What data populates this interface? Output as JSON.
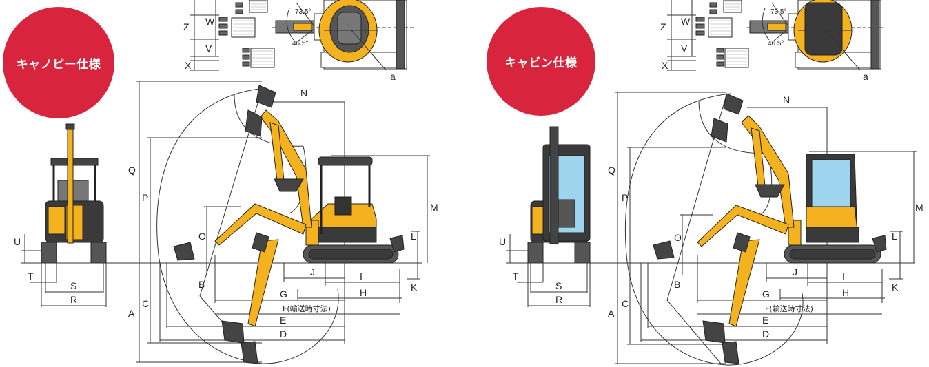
{
  "colors": {
    "badge": "#d8243c",
    "machine": "#f5b21f",
    "machine_dark": "#2b2b2b",
    "track": "#4a4a4a",
    "cab_glass": "#9fd4ee",
    "line": "#333333"
  },
  "panels": [
    {
      "id": "canopy",
      "badge": "キャノピー仕様",
      "top_angles": [
        "73.5°",
        "46.5°"
      ],
      "top_dims": [
        "Z",
        "W",
        "V",
        "X"
      ],
      "pointer": "a",
      "front_dims": [
        "U",
        "T",
        "S",
        "R"
      ],
      "side_dims": {
        "Q": "Q",
        "P": "P",
        "O": "O",
        "N": "N",
        "M": "M",
        "L": "L",
        "K": "K",
        "J": "J",
        "I": "I",
        "H": "H",
        "G": "G",
        "F": "F(輸送時寸法)",
        "E": "E",
        "D": "D",
        "C": "C",
        "B": "B",
        "A": "A"
      }
    },
    {
      "id": "cab",
      "badge": "キャビン仕様",
      "top_angles": [
        "73.5°",
        "46.5°"
      ],
      "top_dims": [
        "Z",
        "W",
        "V",
        "X"
      ],
      "pointer": "a",
      "front_dims": [
        "U",
        "T",
        "S",
        "R"
      ],
      "side_dims": {
        "Q": "Q",
        "P": "P",
        "O": "O",
        "N": "N",
        "M": "M",
        "L": "L",
        "K": "K",
        "J": "J",
        "I": "I",
        "H": "H",
        "G": "G",
        "F": "F(輸送時寸法)",
        "E": "E",
        "D": "D",
        "C": "C",
        "B": "B",
        "A": "A"
      }
    }
  ]
}
